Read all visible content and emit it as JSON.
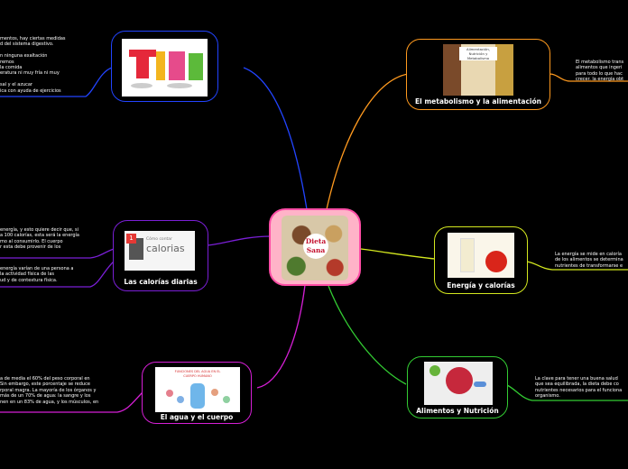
{
  "center": {
    "title": "Dieta Sana"
  },
  "nodes": {
    "tips": {
      "title": ""
    },
    "calorias": {
      "title": "Las calorías diarias",
      "image_text": "calorias",
      "image_small": "Cómo contar",
      "number": "1"
    },
    "agua": {
      "title": "El agua y el cuerpo",
      "image_text": "FUNCIONES DEL AGUA EN EL CUERPO HUMANO"
    },
    "metabolismo": {
      "title": "El metabolismo y la alimentación",
      "image_text": "Alimentación, Nutrición y Metabolismo"
    },
    "energia": {
      "title": "Energía y calorías"
    },
    "nutricion": {
      "title": "Alimentos y Nutrición"
    }
  },
  "notes": {
    "tips": [
      "mentos, hay ciertas medidas",
      "d del sistema digestivo.",
      "",
      "n ninguna exaltación",
      "remos",
      "la comida",
      "eratura ni muy fría ni muy",
      "",
      "sal y el azucar",
      "ica con ayuda de ejercicios"
    ],
    "calorias_a": [
      "energía, y esto quiere decir que, si",
      "a 100 calorías, esta será la energía",
      "mo al consumirlo. El cuerpo",
      "r esta debe provenir de los"
    ],
    "calorias_b": [
      "energía varían de una persona a",
      "la actividad física de las",
      "ud y de contextura física."
    ],
    "agua": [
      "a de media el 60% del peso corporal en",
      "Sin embargo, este porcentaje se reduce",
      "rporal magra. La mayoría de los órganos y",
      "más de un 70% de agua: la sangre y los",
      "nen en un 83% de agua, y los músculos, en"
    ],
    "metabolismo": [
      "El metabolismo trans",
      "alimentos que ingeri",
      "para todo lo que hac",
      "crecer. la energía obt"
    ],
    "energia": [
      "La energía se mide en caloría",
      "de los alimentos se determina",
      "nutrientes de transformarse e"
    ],
    "nutricion": [
      "La clave para tener una buena salud",
      "que sea equilibrada, la dieta debe co",
      "nutrientes necesarios para el funciona",
      "organismo."
    ]
  },
  "colors": {
    "tips": "#2244ff",
    "calorias": "#7a1fd6",
    "agua": "#d61fd6",
    "metabolismo": "#ff9a1f",
    "energia": "#d4e81f",
    "nutricion": "#33cc33",
    "center_border": "#ff4da6",
    "center_fill": "#ffb3c8"
  }
}
